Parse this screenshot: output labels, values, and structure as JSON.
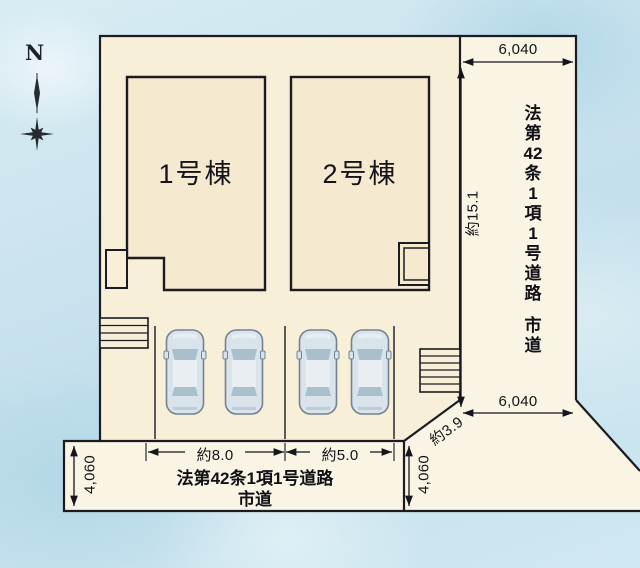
{
  "compass": {
    "north": "N"
  },
  "buildings": [
    {
      "label": "1号棟"
    },
    {
      "label": "2号棟"
    }
  ],
  "dims": {
    "road_right_width_top": "6,040",
    "road_right_width_bottom": "6,040",
    "frontage_right": "約15.1",
    "parking_left": "約8.0",
    "parking_right": "約5.0",
    "corner_cut": "約3.9",
    "road_bottom_width_left": "4,060",
    "road_bottom_width_right": "4,060"
  },
  "right_road": {
    "chars": [
      "法",
      "第",
      "42",
      "条",
      "1",
      "項",
      "1",
      "号",
      "道",
      "路"
    ],
    "type_chars": [
      "市",
      "道"
    ]
  },
  "bottom_road": {
    "name": "法第42条1項1号道路",
    "type": "市道"
  },
  "colors": {
    "land": "#f8efd8",
    "road": "#faf4e4",
    "building": "#f5ead0",
    "line": "#1b1b22",
    "background_water": "#c9e3ee",
    "car_body": "#d9e3eb"
  }
}
